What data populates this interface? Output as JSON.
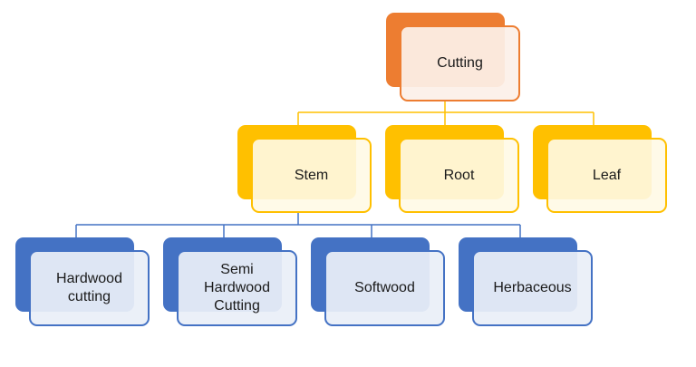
{
  "root": {
    "label": "Cutting"
  },
  "types": [
    {
      "id": "stem",
      "label": "Stem"
    },
    {
      "id": "root",
      "label": "Root"
    },
    {
      "id": "leaf",
      "label": "Leaf"
    }
  ],
  "stem_children": [
    {
      "id": "hardwood",
      "label": "Hardwood cutting"
    },
    {
      "id": "semi-hardwood",
      "label": "Semi Hardwood Cutting"
    },
    {
      "id": "softwood",
      "label": "Softwood"
    },
    {
      "id": "herbaceous",
      "label": "Herbaceous"
    }
  ],
  "colors": {
    "level1": "#ed7d31",
    "level2": "#ffc000",
    "level3": "#4472c4"
  }
}
